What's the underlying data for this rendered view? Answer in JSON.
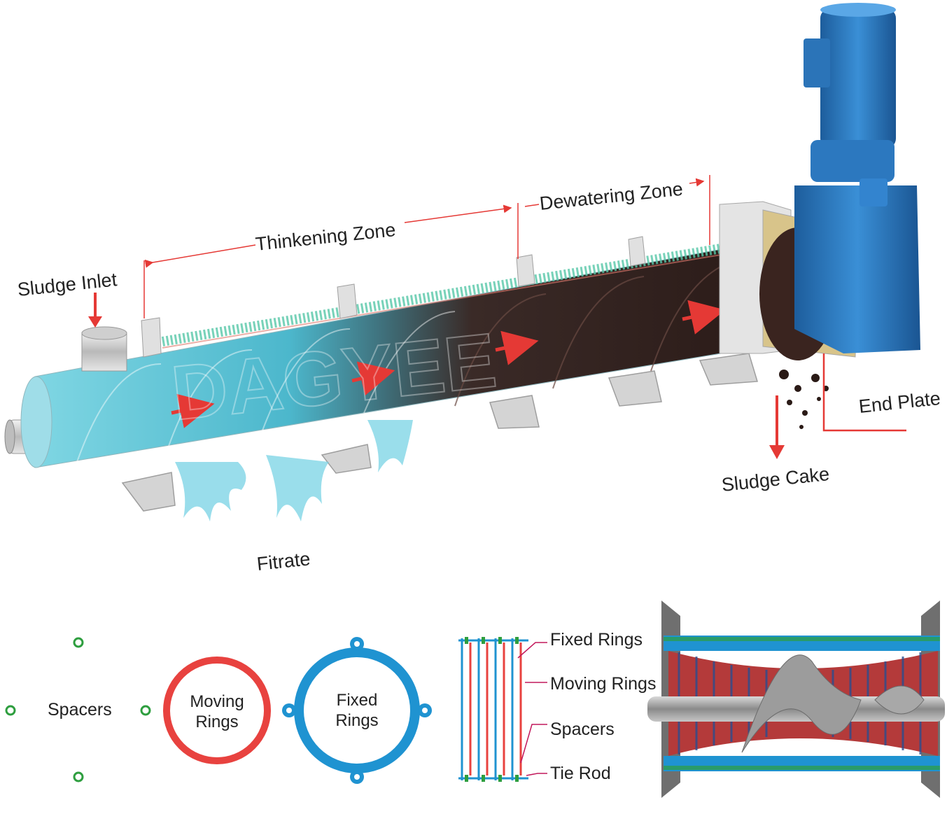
{
  "labels": {
    "sludge_inlet": "Sludge Inlet",
    "thickening_zone": "Thinkening Zone",
    "dewatering_zone": "Dewatering Zone",
    "end_plate": "End Plate",
    "sludge_cake": "Sludge Cake",
    "filtrate": "Fitrate"
  },
  "ring_legend": {
    "spacers": "Spacers",
    "moving_rings_line1": "Moving",
    "moving_rings_line2": "Rings",
    "fixed_rings_line1": "Fixed",
    "fixed_rings_line2": "Rings"
  },
  "stack_legend": {
    "fixed_rings": "Fixed Rings",
    "moving_rings": "Moving Rings",
    "spacers": "Spacers",
    "tie_rod": "Tie Rod"
  },
  "watermark": "DAGYEE",
  "colors": {
    "water_blue": "#5ec6d8",
    "sludge_dark": "#3a2320",
    "motor_blue": "#2f7fc4",
    "arrow_red": "#e53935",
    "moving_ring_red": "#e8423f",
    "fixed_ring_blue": "#1f93d1",
    "spacer_green": "#2e9e3f",
    "leader_magenta": "#c2185b"
  },
  "icons": {
    "motor": "gear-motor-icon",
    "spacer": "spacer-ring-icon"
  }
}
